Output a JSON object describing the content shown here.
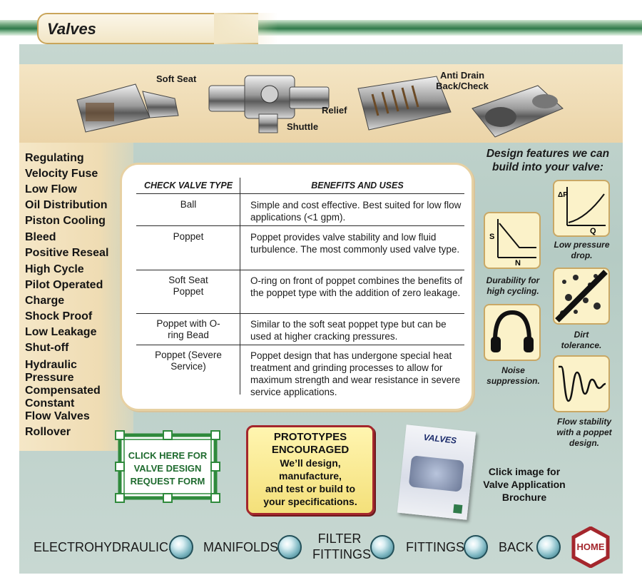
{
  "header": {
    "title": "Valves"
  },
  "products": [
    {
      "label": "Soft Seat"
    },
    {
      "label": "Shuttle"
    },
    {
      "label": "Relief"
    },
    {
      "label": "Anti Drain Back/Check"
    }
  ],
  "valve_types": [
    "Regulating",
    "Velocity Fuse",
    "Low Flow",
    "Oil Distribution",
    "Piston Cooling",
    "Bleed",
    "Positive Reseal",
    "High Cycle",
    "Pilot Operated",
    "Charge",
    "Shock Proof",
    "Low Leakage",
    "Shut-off",
    "Hydraulic Pressure Compensated",
    "Constant Flow Valves",
    "Rollover"
  ],
  "table": {
    "col1_header": "CHECK VALVE TYPE",
    "col2_header": "BENEFITS AND USES",
    "rows": [
      {
        "type": "Ball",
        "benefit": "Simple and cost effective.  Best suited for low flow applications (<1 gpm)."
      },
      {
        "type": "Poppet",
        "benefit": "Poppet provides valve stability and low fluid turbulence.  The most commonly used valve type."
      },
      {
        "type": "Soft Seat Poppet",
        "benefit": "O-ring on front of poppet combines the benefits of the poppet type with the addition of zero leakage."
      },
      {
        "type": "Poppet with O-ring Bead",
        "benefit": "Similar to the soft seat poppet type but can be used at higher cracking pressures."
      },
      {
        "type": "Poppet (Severe Service)",
        "benefit": "Poppet design that has undergone special heat treatment and grinding processes to allow for maximum strength and wear resistance in severe service applications."
      }
    ]
  },
  "features": {
    "title": "Design features we can build into your valve:",
    "items": [
      {
        "label": "Low pressure drop.",
        "icon": "pressure-drop-graph-icon",
        "axis_y": "ΔP",
        "axis_x": "Q"
      },
      {
        "label": "Durability for high cycling.",
        "icon": "durability-graph-icon",
        "axis_y": "S",
        "axis_x": "N"
      },
      {
        "label": "Dirt tolerance.",
        "icon": "dirt-tolerance-icon"
      },
      {
        "label": "Noise suppression.",
        "icon": "headphones-icon"
      },
      {
        "label": "Flow stability with a poppet design.",
        "icon": "damped-wave-icon"
      }
    ]
  },
  "request": {
    "label": "CLICK HERE FOR VALVE DESIGN REQUEST FORM"
  },
  "prototypes": {
    "title_line1": "PROTOTYPES",
    "title_line2": "ENCOURAGED",
    "body": [
      "We’ll design,",
      "manufacture,",
      "and test or build to",
      "your specifications."
    ]
  },
  "brochure": {
    "caption": "Click image for Valve Application Brochure",
    "cover_title": "VALVES"
  },
  "nav": {
    "items": [
      "ELECTROHYDRAULICS",
      "MANIFOLDS",
      "FILTER FITTINGS",
      "FITTINGS",
      "BACK"
    ],
    "home": "HOME"
  },
  "colors": {
    "green_accent": "#2f7a4a",
    "tan_panel": "#efdcb3",
    "sage_bg": "#b5cbc4",
    "red_accent": "#a4262c"
  }
}
